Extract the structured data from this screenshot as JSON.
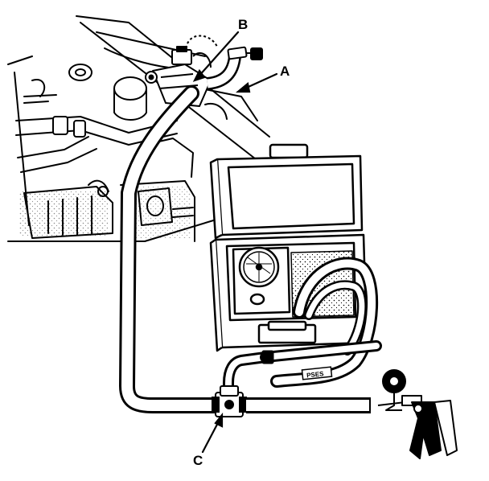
{
  "labels": {
    "a": "A",
    "b": "B",
    "c": "C"
  },
  "hose_tag": "PSES",
  "colors": {
    "ink": "#000000",
    "paper": "#ffffff"
  }
}
